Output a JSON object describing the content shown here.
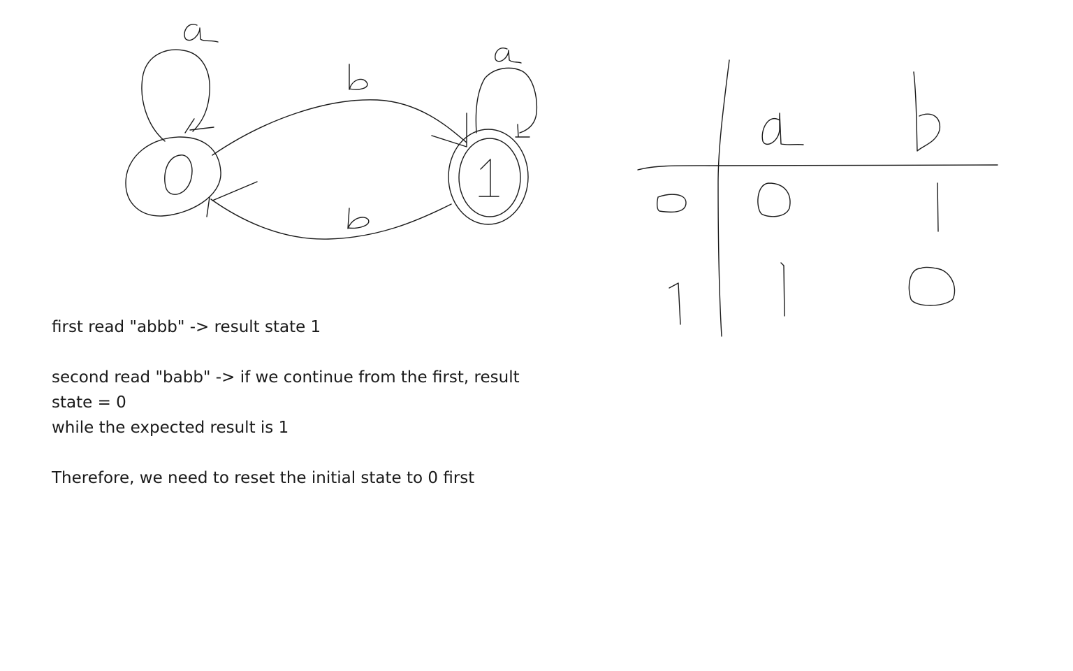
{
  "diagram": {
    "states": [
      {
        "id": "state-0",
        "label": "0",
        "accepting": false
      },
      {
        "id": "state-1",
        "label": "1",
        "accepting": true
      }
    ],
    "transitions": [
      {
        "from": "0",
        "to": "0",
        "label": "a"
      },
      {
        "from": "0",
        "to": "1",
        "label": "b"
      },
      {
        "from": "1",
        "to": "1",
        "label": "a"
      },
      {
        "from": "1",
        "to": "0",
        "label": "b"
      }
    ]
  },
  "table": {
    "columns": [
      "a",
      "b"
    ],
    "rows": [
      {
        "state": "0",
        "cells": [
          "0",
          "1"
        ]
      },
      {
        "state": "1",
        "cells": [
          "1",
          "0"
        ]
      }
    ]
  },
  "notes": {
    "lines": [
      "first read \"abbb\" -> result state 1",
      "",
      "second read \"babb\" -> if we continue from the first, result",
      "state = 0",
      "while the expected result is 1",
      "",
      "Therefore, we need to reset the initial state to 0 first"
    ]
  }
}
